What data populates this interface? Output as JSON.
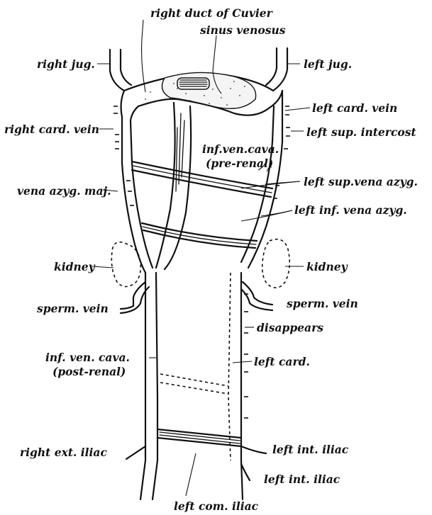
{
  "labels": {
    "right_duct_of_cuvier": "right duct of Cuvier",
    "sinus_venosus": "sinus venosus",
    "right_jug": "right jug.",
    "left_jug": "left jug.",
    "left_card_vein": "left card. vein",
    "right_card_vein": "right card. vein",
    "left_sup_intercost": "left sup. intercost",
    "inf_ven_cava_pre_line1": "inf.ven.cava.",
    "inf_ven_cava_pre_line2": "(pre-renal)",
    "left_sup_vena_azyg": "left sup.vena azyg.",
    "vena_azyg_maj": "vena azyg. maj.",
    "left_inf_vena_azyg": "left inf. vena azyg.",
    "kidney_left_side": "kidney",
    "kidney_right_side": "kidney",
    "sperm_vein_left_side": "sperm. vein",
    "sperm_vein_right_side": "sperm. vein",
    "disappears": "disappears",
    "inf_ven_cava_post_line1": "inf. ven. cava.",
    "inf_ven_cava_post_line2": "(post-renal)",
    "left_card": "left card.",
    "right_ext_iliac": "right ext. iliac",
    "left_int_iliac_upper": "left int. iliac",
    "left_int_iliac_lower": "left int. iliac",
    "left_com_iliac": "left com. iliac"
  }
}
